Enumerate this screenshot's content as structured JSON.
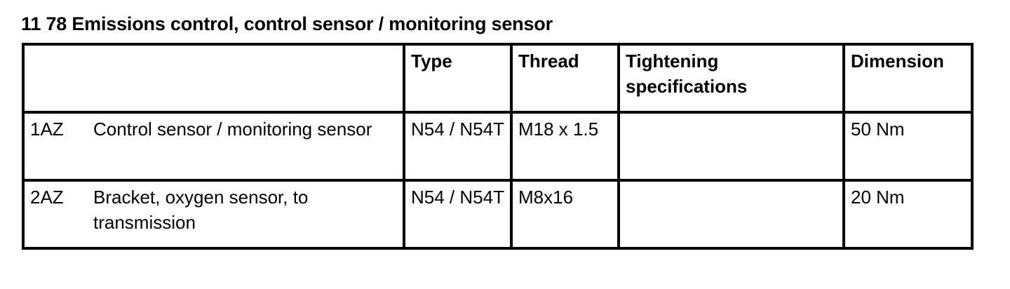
{
  "document": {
    "title": "11 78 Emissions control, control sensor / monitoring sensor"
  },
  "table": {
    "columns": [
      {
        "key": "description",
        "label": ""
      },
      {
        "key": "type",
        "label": "Type"
      },
      {
        "key": "thread",
        "label": "Thread"
      },
      {
        "key": "tightening",
        "label": "Tightening specifications"
      },
      {
        "key": "dimension",
        "label": "Dimension"
      }
    ],
    "rows": [
      {
        "item_no": "1AZ",
        "description": "Control sensor / monitoring sensor",
        "type": "N54 / N54T",
        "thread": "M18 x 1.5",
        "tightening": "",
        "dimension": "50 Nm"
      },
      {
        "item_no": "2AZ",
        "description": "Bracket, oxygen sensor, to transmission",
        "type": "N54 / N54T",
        "thread": "M8x16",
        "tightening": "",
        "dimension": "20 Nm"
      }
    ]
  },
  "colors": {
    "text": "#000000",
    "background": "#ffffff",
    "border": "#000000"
  }
}
